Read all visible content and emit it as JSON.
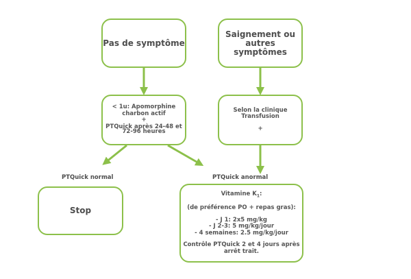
{
  "colors": {
    "accent": "#8cc04a",
    "text": "#4d4d4d",
    "background": "#ffffff"
  },
  "nodes": {
    "no_symptom": {
      "text": "Pas de symptôme"
    },
    "bleeding": {
      "line1": "Saignement ou",
      "line2": "autres symptômes"
    },
    "early_treatment": {
      "line1": "< 1u: Apomorphine",
      "line2": "charbon actif",
      "plus": "+",
      "line3": "PTQuick après 24-48 et",
      "line4": "72-96 heures"
    },
    "clinical": {
      "line1": "Selon la clinique",
      "line2": "Transfusion",
      "plus": "+"
    },
    "stop": {
      "text": "Stop"
    },
    "vitamin_k": {
      "title_main": "Vitamine K",
      "title_sub": "1",
      "title_suffix": ":",
      "preference": "(de préférence PO + repas gras):",
      "doses": [
        "- J 1: 2x5 mg/kg",
        "- J 2-3: 5 mg/kg/jour",
        "- 4 semaines: 2.5 mg/kg/jour"
      ],
      "control_line1": "Contrôle PTQuick 2 et 4 jours après",
      "control_line2": "arrêt trait."
    }
  },
  "labels": {
    "pt_normal": "PTQuick normal",
    "pt_abnormal": "PTQuick anormal"
  },
  "edges": [
    {
      "from": "no_symptom",
      "to": "early_treatment"
    },
    {
      "from": "bleeding",
      "to": "clinical"
    },
    {
      "from": "early_treatment",
      "to": "stop",
      "label": "PTQuick normal"
    },
    {
      "from": "early_treatment",
      "to": "vitamin_k",
      "label": "PTQuick anormal"
    },
    {
      "from": "clinical",
      "to": "vitamin_k"
    }
  ]
}
